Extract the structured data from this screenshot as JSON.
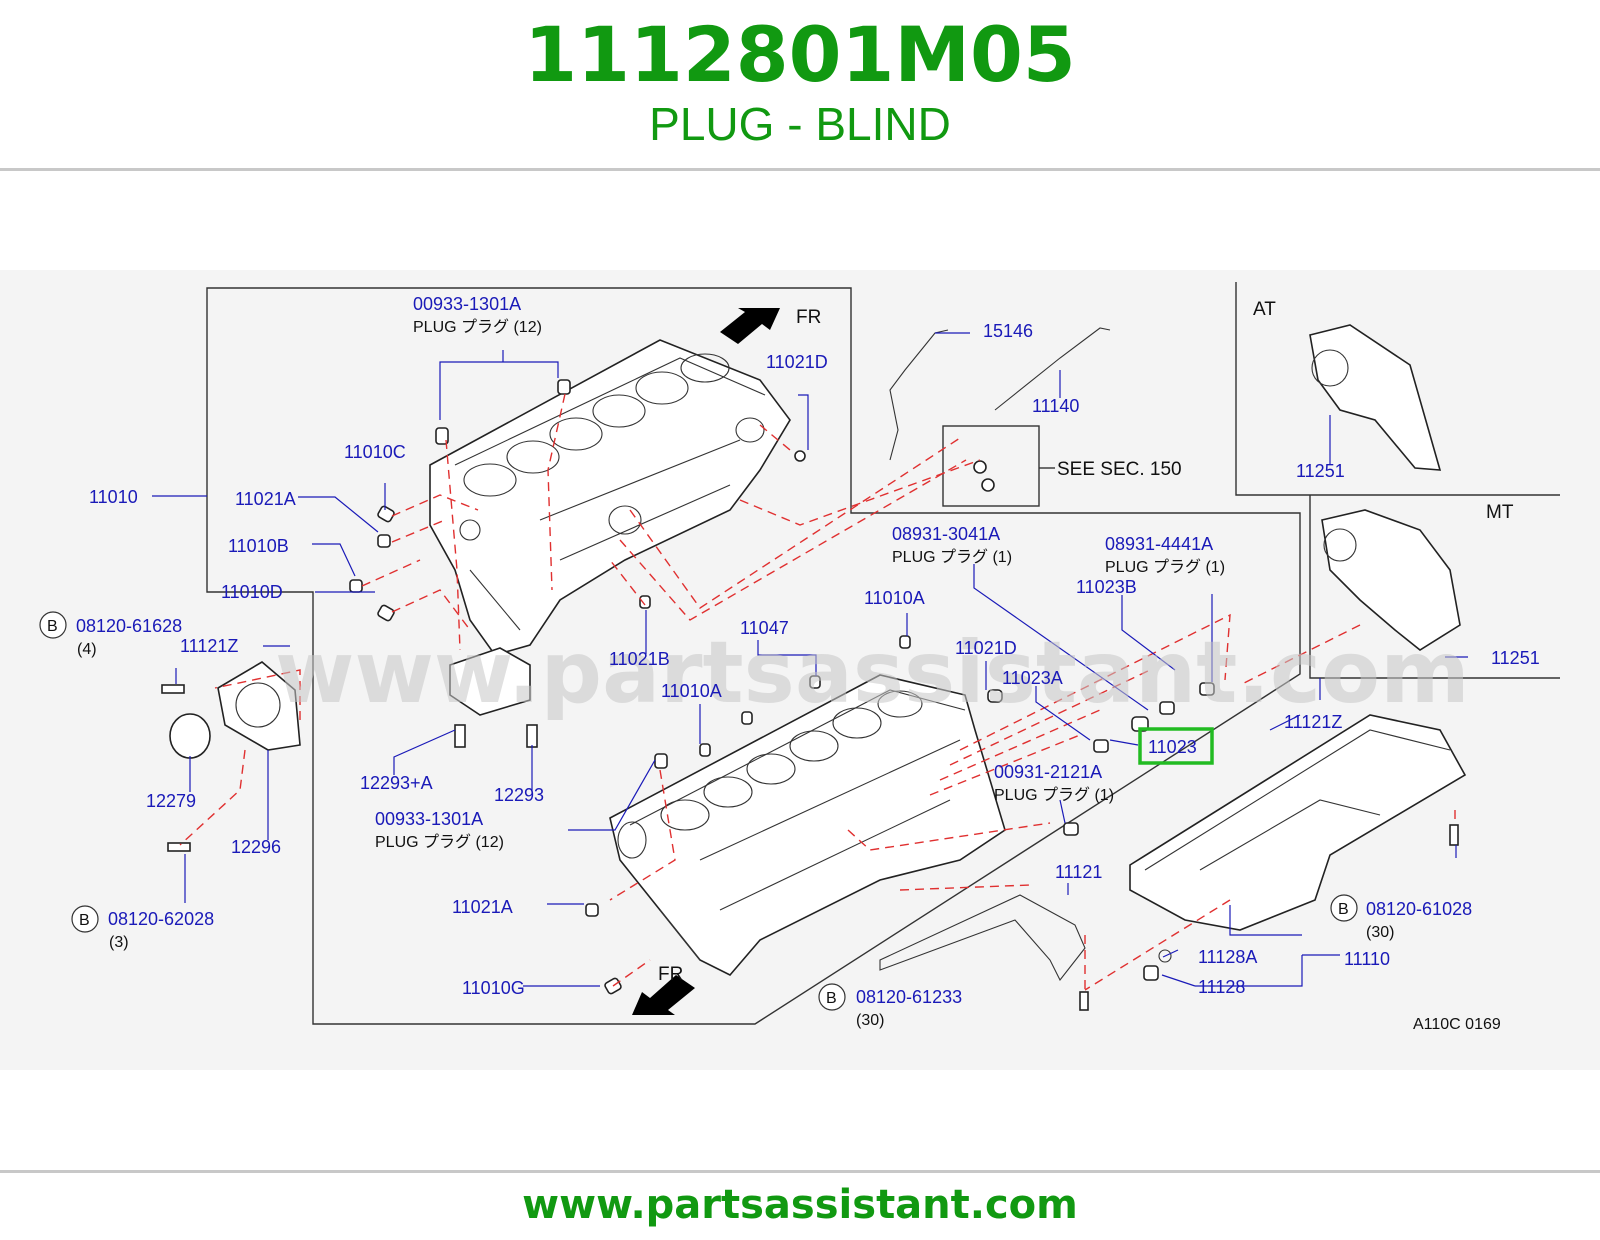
{
  "header": {
    "part_number": "1112801M05",
    "part_name": "PLUG - BLIND"
  },
  "diagram": {
    "diagram_code": "A110C  0169",
    "watermark": "www.partsassistant.com",
    "front_arrow_top": "FR",
    "front_arrow_bottom": "FR",
    "see_section": "SEE   SEC.  150",
    "inset_at": "AT",
    "inset_mt": "MT",
    "bolt_circle_letter": "B",
    "highlighted_part": "11023",
    "callouts": {
      "c_00933_top": "00933-1301A",
      "c_00933_top_desc": "PLUG     プラグ  (12)",
      "c_11021D_top": "11021D",
      "c_15146": "15146",
      "c_11140": "11140",
      "c_11251_at": "11251",
      "c_11251_mt": "11251",
      "c_11010C": "11010C",
      "c_11010": "11010",
      "c_11021A_top": "11021A",
      "c_11010B": "11010B",
      "c_11010D": "11010D",
      "c_08931_3041A": "08931-3041A",
      "c_08931_3041A_desc": "PLUG     プラグ  (1)",
      "c_08931_4441A": "08931-4441A",
      "c_08931_4441A_desc": "PLUG     プラグ  (1)",
      "c_11023B": "11023B",
      "c_08120_61628": "08120-61628",
      "c_08120_61628_qty": "(4)",
      "c_11121Z_left": "11121Z",
      "c_11021B": "11021B",
      "c_11010A_upper": "11010A",
      "c_11047": "11047",
      "c_11021D_mid": "11021D",
      "c_11023A": "11023A",
      "c_11010A_lower": "11010A",
      "c_11121Z_right": "11121Z",
      "c_12279": "12279",
      "c_12296": "12296",
      "c_12293A": "12293+A",
      "c_12293": "12293",
      "c_00933_bottom": "00933-1301A",
      "c_00933_bottom_desc": "PLUG     プラグ  (12)",
      "c_00931_2121A": "00931-2121A",
      "c_00931_2121A_desc": "PLUG     プラグ  (1)",
      "c_08120_62028": "08120-62028",
      "c_08120_62028_qty": "(3)",
      "c_11021A_bottom": "11021A",
      "c_11121": "11121",
      "c_08120_61028": "08120-61028",
      "c_08120_61028_qty": "(30)",
      "c_11128A": "11128A",
      "c_11110": "11110",
      "c_11128": "11128",
      "c_11010G": "11010G",
      "c_08120_61233": "08120-61233",
      "c_08120_61233_qty": "(30)"
    }
  },
  "footer": {
    "url": "www.partsassistant.com"
  },
  "colors": {
    "brand_green": "#119911",
    "callout_blue": "#1a1ab8",
    "highlight_green": "#22bb22",
    "guide_red": "#e03030"
  }
}
